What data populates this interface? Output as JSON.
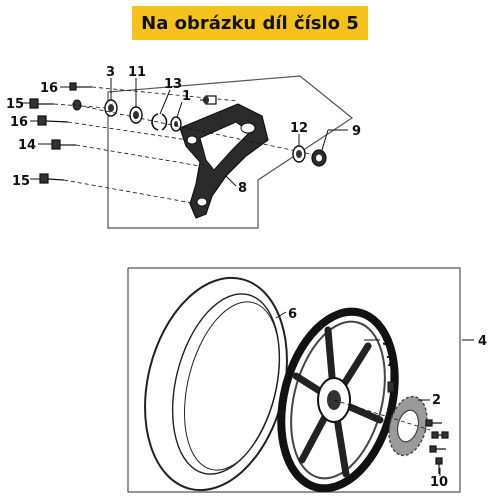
{
  "banner": {
    "text": "Na obrázku díl číslo 5",
    "color": "#f4c21a"
  },
  "callouts": {
    "c1": "1",
    "c2": "2",
    "c3": "3",
    "c4": "4",
    "c5": "5",
    "c6": "6",
    "c7": "7",
    "c8": "8",
    "c9": "9",
    "c10": "10",
    "c11": "11",
    "c12": "12",
    "c13": "13",
    "c14": "14",
    "c15a": "15",
    "c15b": "15",
    "c16a": "16",
    "c16b": "16"
  },
  "colors": {
    "line": "#1a1a1a",
    "box": "#555555"
  }
}
